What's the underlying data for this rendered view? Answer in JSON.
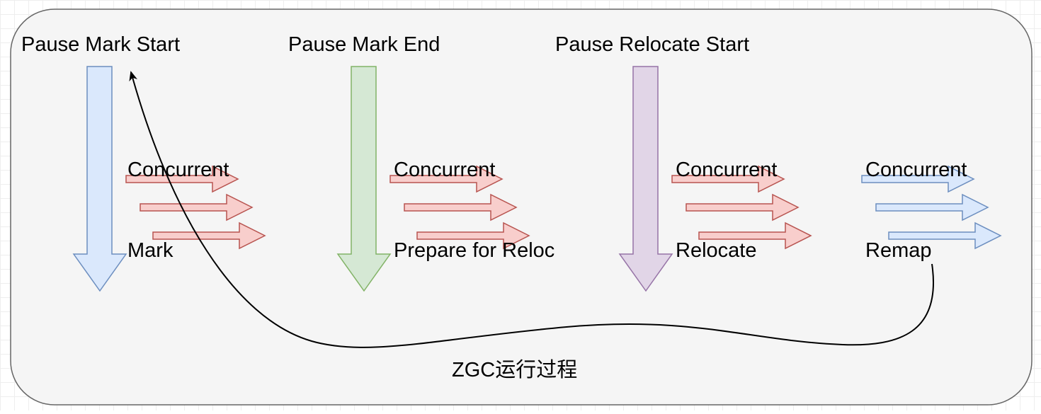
{
  "phases": [
    {
      "id": "pause-mark-start",
      "label": "Pause Mark Start"
    },
    {
      "id": "pause-mark-end",
      "label": "Pause Mark End"
    },
    {
      "id": "pause-relocate-start",
      "label": "Pause Relocate Start"
    }
  ],
  "concurrent": [
    {
      "id": "concurrent-mark",
      "line1": "Concurrent",
      "line2": "Mark"
    },
    {
      "id": "concurrent-prepare",
      "line1": "Concurrent",
      "line2": "Prepare for Reloc"
    },
    {
      "id": "concurrent-relocate",
      "line1": "Concurrent",
      "line2": "Relocate"
    },
    {
      "id": "concurrent-remap",
      "line1": "Concurrent",
      "line2": "Remap"
    }
  ],
  "caption": "ZGC运行过程",
  "colors": {
    "container_fill": "#f5f5f5",
    "container_stroke": "#666666",
    "blue_fill": "#dae8fc",
    "blue_stroke": "#6c8ebf",
    "green_fill": "#d5e8d4",
    "green_stroke": "#82b366",
    "purple_fill": "#e1d5e7",
    "purple_stroke": "#9673a6",
    "red_fill": "#f8cecc",
    "red_stroke": "#b85450",
    "loop_stroke": "#000000"
  }
}
